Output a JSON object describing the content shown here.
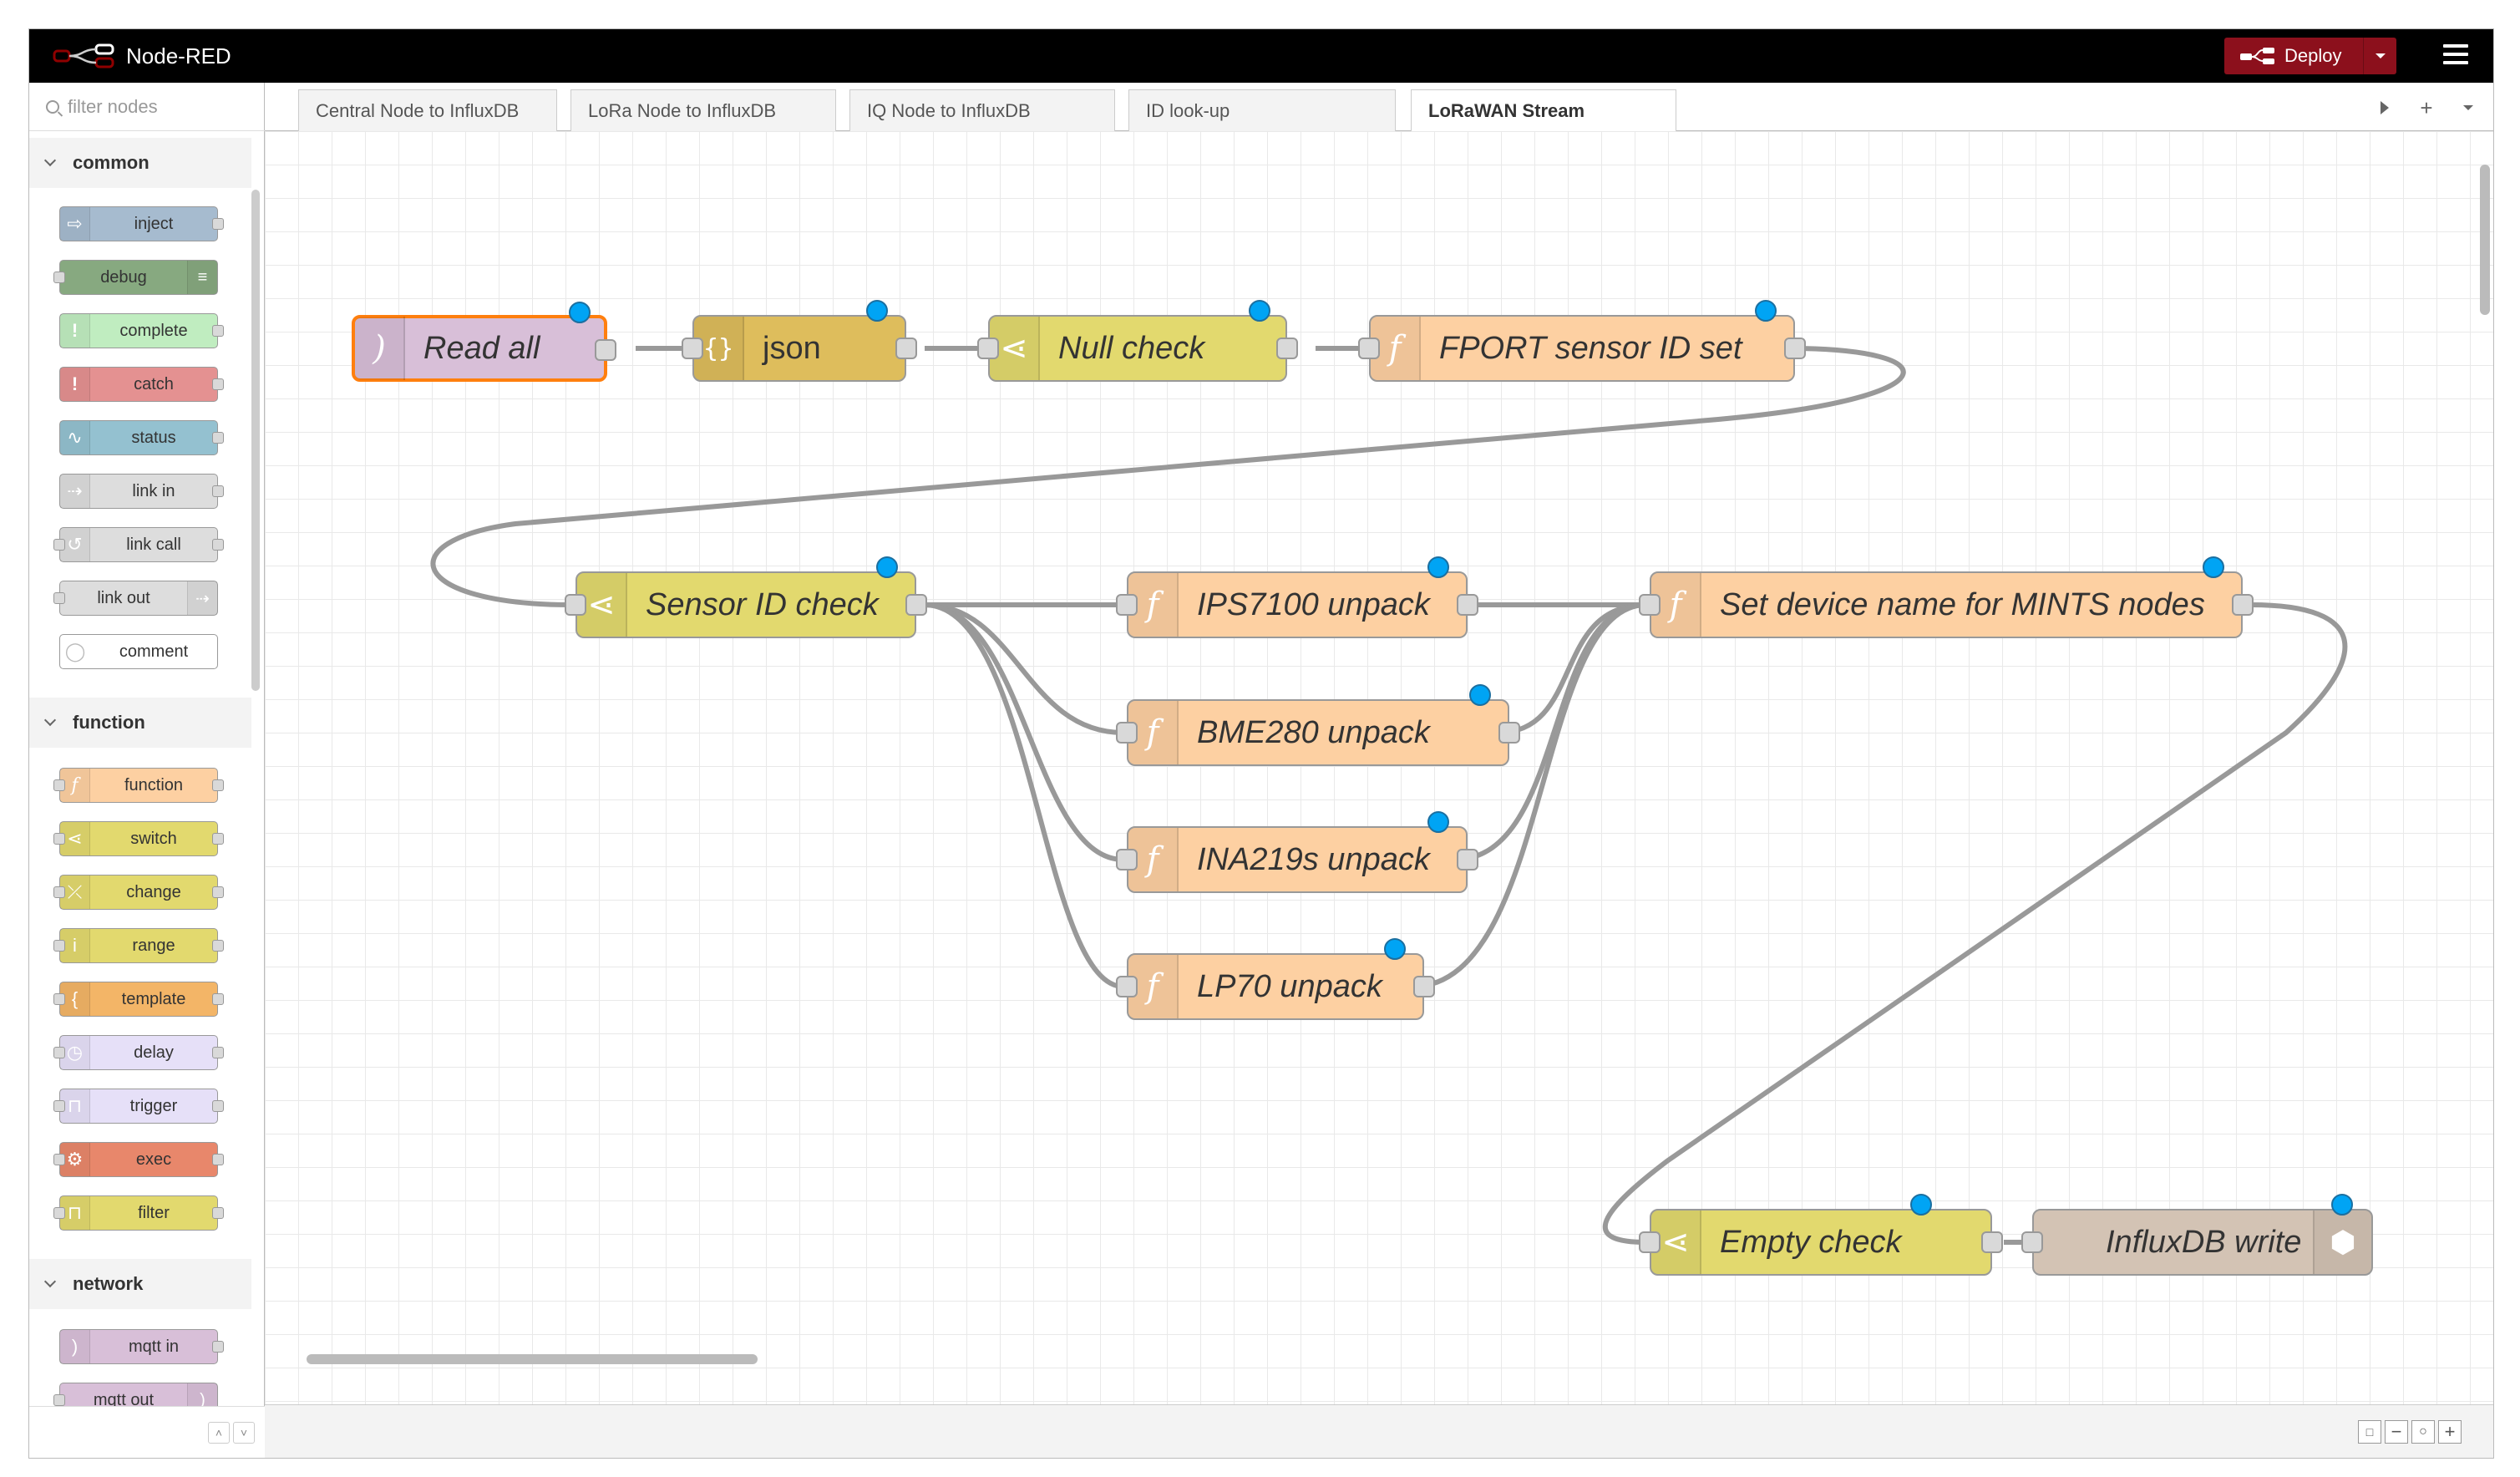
{
  "app": {
    "title": "Node-RED",
    "deploy_label": "Deploy"
  },
  "palette": {
    "filter_placeholder": "filter nodes",
    "categories": [
      {
        "name": "common",
        "nodes": [
          {
            "label": "inject",
            "color": "#a6bbcf"
          },
          {
            "label": "debug",
            "color": "#87a980"
          },
          {
            "label": "complete",
            "color": "#c0edc0"
          },
          {
            "label": "catch",
            "color": "#e49191"
          },
          {
            "label": "status",
            "color": "#94c1d0"
          },
          {
            "label": "link in",
            "color": "#dddddd"
          },
          {
            "label": "link call",
            "color": "#dddddd"
          },
          {
            "label": "link out",
            "color": "#dddddd"
          },
          {
            "label": "comment",
            "color": "#ffffff"
          }
        ]
      },
      {
        "name": "function",
        "nodes": [
          {
            "label": "function",
            "color": "#fdd0a2"
          },
          {
            "label": "switch",
            "color": "#e2d96e"
          },
          {
            "label": "change",
            "color": "#e2d96e"
          },
          {
            "label": "range",
            "color": "#e2d96e"
          },
          {
            "label": "template",
            "color": "#f3b567"
          },
          {
            "label": "delay",
            "color": "#e6e0f8"
          },
          {
            "label": "trigger",
            "color": "#e6e0f8"
          },
          {
            "label": "exec",
            "color": "#e8876b"
          },
          {
            "label": "filter",
            "color": "#e2d96e"
          }
        ]
      },
      {
        "name": "network",
        "nodes": [
          {
            "label": "mqtt in",
            "color": "#d8bfd8"
          },
          {
            "label": "mqtt out",
            "color": "#d8bfd8"
          }
        ]
      }
    ]
  },
  "tabs": [
    {
      "label": "Central Node to InfluxDB"
    },
    {
      "label": "LoRa Node to InfluxDB"
    },
    {
      "label": "IQ Node to InfluxDB"
    },
    {
      "label": "ID look-up"
    },
    {
      "label": "LoRaWAN Stream"
    }
  ],
  "flow": {
    "nodes": [
      {
        "id": "read_all",
        "label": "Read all",
        "type": "mqtt in",
        "color": "#d8bfd8",
        "icon": "mqtt-icon"
      },
      {
        "id": "json",
        "label": "json",
        "type": "json",
        "color": "#debd5c",
        "icon": "json-icon"
      },
      {
        "id": "null_check",
        "label": "Null check",
        "type": "switch",
        "color": "#e2d96e",
        "icon": "switch-icon"
      },
      {
        "id": "fport",
        "label": "FPORT sensor ID set",
        "type": "function",
        "color": "#fdd0a2",
        "icon": "function-icon"
      },
      {
        "id": "sensor_id_check",
        "label": "Sensor ID check",
        "type": "switch",
        "color": "#e2d96e",
        "icon": "switch-icon"
      },
      {
        "id": "ips7100",
        "label": "IPS7100 unpack",
        "type": "function",
        "color": "#fdd0a2",
        "icon": "function-icon"
      },
      {
        "id": "bme280",
        "label": "BME280 unpack",
        "type": "function",
        "color": "#fdd0a2",
        "icon": "function-icon"
      },
      {
        "id": "ina219s",
        "label": "INA219s unpack",
        "type": "function",
        "color": "#fdd0a2",
        "icon": "function-icon"
      },
      {
        "id": "lp70",
        "label": "LP70 unpack",
        "type": "function",
        "color": "#fdd0a2",
        "icon": "function-icon"
      },
      {
        "id": "set_device",
        "label": "Set device name for MINTS nodes",
        "type": "function",
        "color": "#fdd0a2",
        "icon": "function-icon"
      },
      {
        "id": "empty_check",
        "label": "Empty check",
        "type": "switch",
        "color": "#e2d96e",
        "icon": "switch-icon"
      },
      {
        "id": "influx_write",
        "label": "InfluxDB write",
        "type": "influxdb out",
        "color": "#d3c3b4",
        "icon": "database-icon"
      }
    ]
  }
}
